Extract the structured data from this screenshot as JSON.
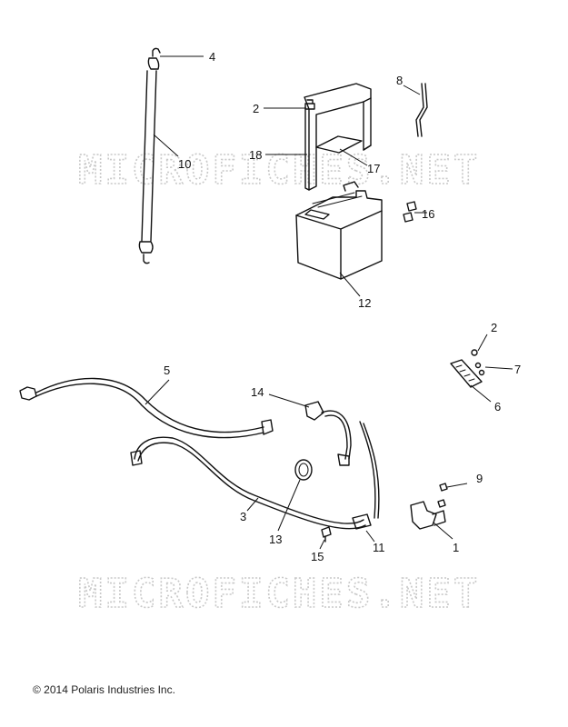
{
  "watermark_text": "MICROFICHES.NET",
  "copyright": "© 2014 Polaris Industries Inc.",
  "callouts": [
    {
      "id": "c1",
      "label": "1"
    },
    {
      "id": "c2a",
      "label": "2"
    },
    {
      "id": "c2b",
      "label": "2"
    },
    {
      "id": "c3",
      "label": "3"
    },
    {
      "id": "c4",
      "label": "4"
    },
    {
      "id": "c5",
      "label": "5"
    },
    {
      "id": "c6",
      "label": "6"
    },
    {
      "id": "c7",
      "label": "7"
    },
    {
      "id": "c8",
      "label": "8"
    },
    {
      "id": "c9",
      "label": "9"
    },
    {
      "id": "c10",
      "label": "10"
    },
    {
      "id": "c11",
      "label": "11"
    },
    {
      "id": "c12",
      "label": "12"
    },
    {
      "id": "c13",
      "label": "13"
    },
    {
      "id": "c14",
      "label": "14"
    },
    {
      "id": "c15",
      "label": "15"
    },
    {
      "id": "c16",
      "label": "16"
    },
    {
      "id": "c17",
      "label": "17"
    },
    {
      "id": "c18",
      "label": "18"
    }
  ]
}
